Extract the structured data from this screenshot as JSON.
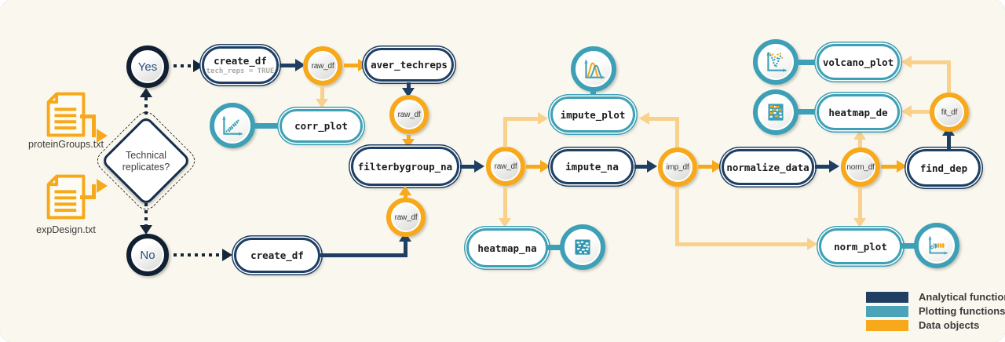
{
  "colors": {
    "background": "#faf8ee",
    "analytical": "#1e3f63",
    "plotting": "#3da0b6",
    "data_object": "#f7a81b",
    "data_to_plot_arrow": "#f9d08c",
    "decision_dark": "#101f31"
  },
  "inputs": {
    "file1": "proteinGroups.txt",
    "file2": "expDesign.txt"
  },
  "decision": {
    "question_line1": "Technical",
    "question_line2": "replicates?",
    "yes_label": "Yes",
    "no_label": "No"
  },
  "nodes": {
    "create_df_yes": {
      "label": "create_df",
      "sublabel": "tech_reps = TRUE"
    },
    "create_df_no": {
      "label": "create_df"
    },
    "aver_techreps": {
      "label": "aver_techreps"
    },
    "corr_plot": {
      "label": "corr_plot"
    },
    "filterbygroup_na": {
      "label": "filterbygroup_na"
    },
    "impute_plot": {
      "label": "impute_plot"
    },
    "impute_na": {
      "label": "impute_na"
    },
    "heatmap_na": {
      "label": "heatmap_na"
    },
    "normalize_data": {
      "label": "normalize_data"
    },
    "find_dep": {
      "label": "find_dep"
    },
    "volcano_plot": {
      "label": "volcano_plot"
    },
    "heatmap_de": {
      "label": "heatmap_de"
    },
    "norm_plot": {
      "label": "norm_plot"
    }
  },
  "data_objects": {
    "raw_df_1": {
      "label": "raw_df"
    },
    "raw_df_2": {
      "label": "raw_df"
    },
    "raw_df_3": {
      "label": "raw_df"
    },
    "raw_df_4": {
      "label": "raw_df"
    },
    "imp_df": {
      "label": "imp_df"
    },
    "norm_df": {
      "label": "norm_df"
    },
    "fit_df": {
      "label": "fit_df"
    }
  },
  "legend": {
    "items": [
      {
        "label": "Analytical functions",
        "color": "#1e3f63"
      },
      {
        "label": "Plotting functions",
        "color": "#4aa3b8"
      },
      {
        "label": "Data objects",
        "color": "#f7a81b"
      }
    ]
  }
}
